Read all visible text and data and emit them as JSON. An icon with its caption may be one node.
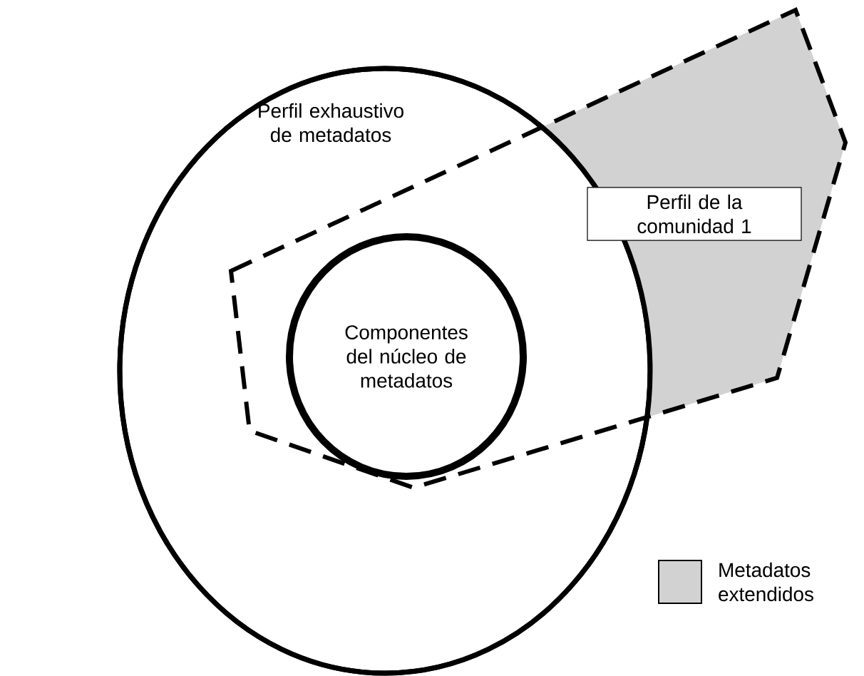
{
  "diagram": {
    "nodes": [
      {
        "text": [
          "Perfil exhaustivo de metadatos"
        ]
      },
      {
        "text": [
          "Perfil de la comunidad 1"
        ]
      },
      {
        "text": [
          "Componentes del núcleo de metadatos"
        ],
        "in": 0
      }
    ],
    "edges": [],
    "legend": [
      {
        "text": "Metadatos extendidos"
      }
    ]
  }
}
